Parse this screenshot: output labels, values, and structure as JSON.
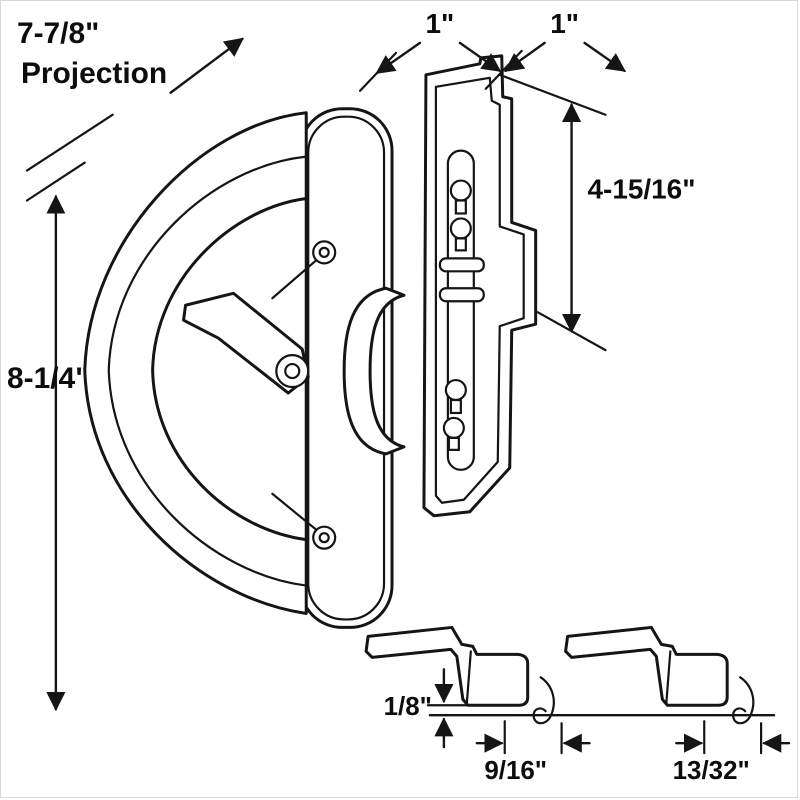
{
  "diagram": {
    "type": "technical-dimension-drawing",
    "subject": "sliding-patio-door-handle-set",
    "colors": {
      "ink": "#151515",
      "background": "#ffffff"
    },
    "labels": {
      "projection_value": "7-7/8\"",
      "projection_word": "Projection",
      "overall_height": "8-1/4\"",
      "plate_width_a": "1\"",
      "plate_width_b": "1\"",
      "plate_height": "4-15/16\"",
      "lever_thickness": "1/8\"",
      "lever_offset_a": "9/16\"",
      "lever_offset_b": "13/32\""
    }
  }
}
